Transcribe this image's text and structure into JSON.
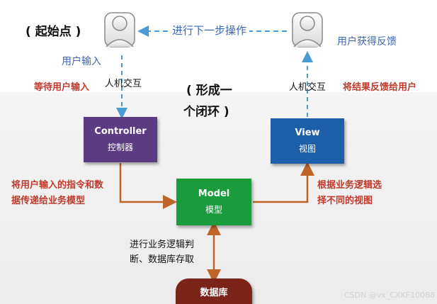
{
  "start_label": "( 起始点 )",
  "cycle_label_line1": "( 形成一",
  "cycle_label_line2": "个闭环 )",
  "user_input_label": "用户输入",
  "user_feedback_label": "用户获得反馈",
  "next_step_label": "进行下一步操作",
  "hci_left": "人机交互",
  "hci_right": "人机交互",
  "wait_input": "等待用户输入",
  "feedback_result": "将结果反馈给用户",
  "controller": {
    "title": "Controller",
    "subtitle": "控制器",
    "color": "#5b3b82"
  },
  "view": {
    "title": "View",
    "subtitle": "视图",
    "color": "#1d5fa8"
  },
  "model": {
    "title": "Model",
    "subtitle": "模型",
    "color": "#1a9c3c"
  },
  "database": {
    "title": "数据库",
    "color": "#7a2518"
  },
  "to_model_line1": "将用户输入的指令和数",
  "to_model_line2": "据传递给业务模型",
  "select_view_line1": "根据业务逻辑选",
  "select_view_line2": "择不同的视图",
  "db_ops_line1": "进行业务逻辑判",
  "db_ops_line2": "断、数据库存取",
  "watermark": "CSDN @vx_CXKF10088",
  "colors": {
    "orange_arrow": "#c0652a",
    "blue_dashed": "#4a9bd4",
    "red_text": "#c0392b",
    "blue_text": "#3f67b4"
  }
}
